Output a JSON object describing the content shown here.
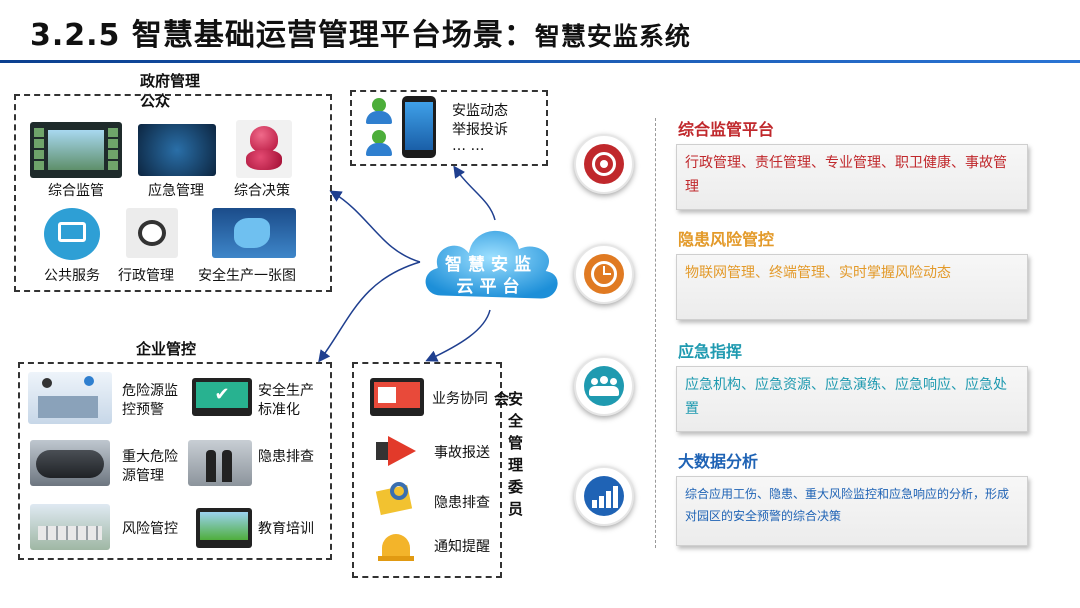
{
  "header": {
    "title": "3.2.5  智慧基础运营管理平台场景：",
    "subtitle": "智慧安监系统"
  },
  "gov_box": {
    "heading_line1": "政府管理",
    "heading_line2": "公众",
    "items": [
      "综合监管",
      "应急管理",
      "综合决策",
      "公共服务",
      "行政管理",
      "安全生产一张图"
    ]
  },
  "report_box": {
    "lines": [
      "安监动态",
      "举报投诉",
      "…  …"
    ]
  },
  "cloud": {
    "line1": "智慧安监",
    "line2": "云平台"
  },
  "enterprise_box": {
    "heading": "企业管控",
    "items": [
      {
        "line1": "危险源监",
        "line2": "控预警"
      },
      {
        "line1": "安全生产",
        "line2": "标准化"
      },
      {
        "line1": "重大危险",
        "line2": "源管理"
      },
      {
        "line1": "隐患排查",
        "line2": ""
      },
      {
        "line1": "风险管控",
        "line2": ""
      },
      {
        "line1": "教育培训",
        "line2": ""
      }
    ]
  },
  "committee_box": {
    "vertical_label": [
      "安",
      "全",
      "管",
      "理",
      "委",
      "员"
    ],
    "vertical_prefix": "会",
    "items": [
      "业务协同",
      "事故报送",
      "隐患排查",
      "通知提醒"
    ]
  },
  "sections": [
    {
      "title": "综合监管平台",
      "color": "#c0282c",
      "icon": "target-icon",
      "text": "行政管理、责任管理、专业管理、职卫健康、事故管理"
    },
    {
      "title": "隐患风险管控",
      "color": "#e39a2a",
      "icon": "clock-icon",
      "text": "物联网管理、终端管理、实时掌握风险动态"
    },
    {
      "title": "应急指挥",
      "color": "#1f9ab0",
      "icon": "people-icon",
      "text": "应急机构、应急资源、应急演练、应急响应、应急处置"
    },
    {
      "title": "大数据分析",
      "color": "#1f63b5",
      "icon": "chart-up-icon",
      "text": "综合应用工伤、隐患、重大风险监控和应急响应的分析，形成对园区的安全预警的综合决策"
    }
  ]
}
